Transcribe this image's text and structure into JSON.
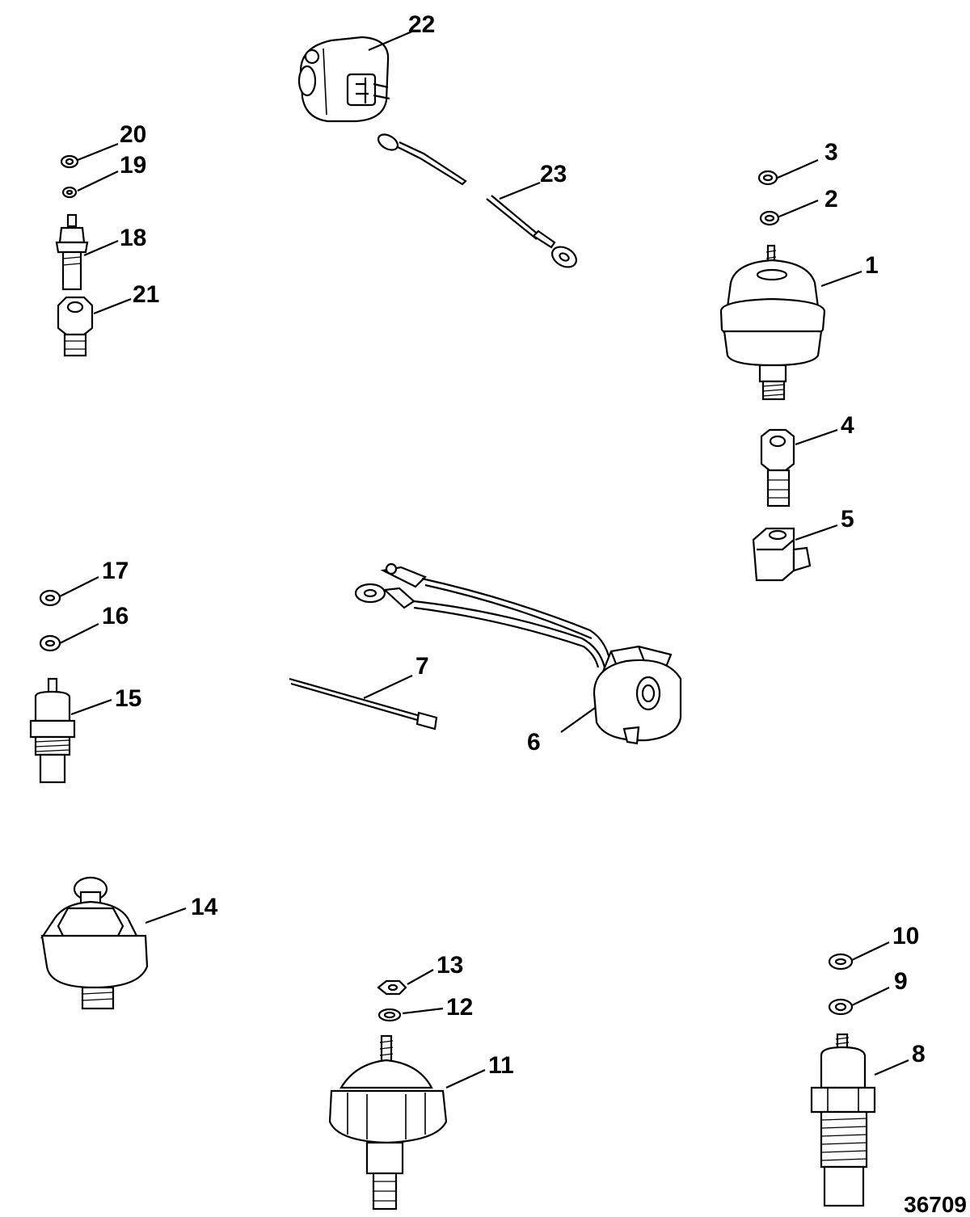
{
  "figure_number": "36709",
  "callouts": [
    {
      "n": "1"
    },
    {
      "n": "2"
    },
    {
      "n": "3"
    },
    {
      "n": "4"
    },
    {
      "n": "5"
    },
    {
      "n": "6"
    },
    {
      "n": "7"
    },
    {
      "n": "8"
    },
    {
      "n": "9"
    },
    {
      "n": "10"
    },
    {
      "n": "11"
    },
    {
      "n": "12"
    },
    {
      "n": "13"
    },
    {
      "n": "14"
    },
    {
      "n": "15"
    },
    {
      "n": "16"
    },
    {
      "n": "17"
    },
    {
      "n": "18"
    },
    {
      "n": "19"
    },
    {
      "n": "20"
    },
    {
      "n": "21"
    },
    {
      "n": "22"
    },
    {
      "n": "23"
    }
  ]
}
